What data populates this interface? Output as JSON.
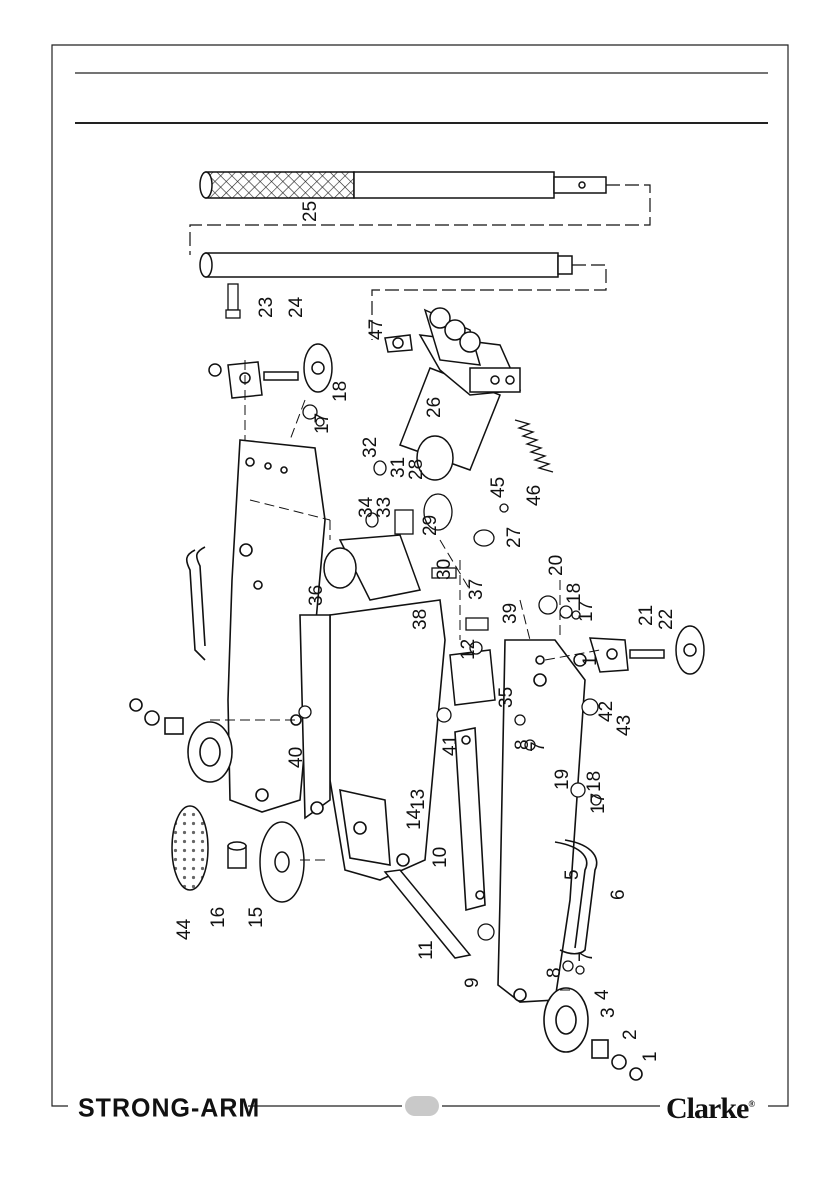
{
  "brand": {
    "left": "STRONG-ARM",
    "right": "Clarke",
    "right_mark": "®"
  },
  "part_numbers": [
    "1",
    "2",
    "3",
    "4",
    "5",
    "6",
    "7",
    "8",
    "9",
    "10",
    "11",
    "12",
    "13",
    "14",
    "15",
    "16",
    "17",
    "18",
    "19",
    "20",
    "21",
    "22",
    "23",
    "24",
    "25",
    "26",
    "27",
    "28",
    "29",
    "30",
    "31",
    "32",
    "33",
    "34",
    "35",
    "36",
    "37",
    "38",
    "39",
    "40",
    "41",
    "42",
    "43",
    "44",
    "45",
    "46",
    "47"
  ],
  "extra_labels": {
    "n1b": "1",
    "n7b": "7",
    "n8b": "8",
    "n17b": "17",
    "n18b": "18",
    "n17c": "17",
    "n18c": "18"
  }
}
